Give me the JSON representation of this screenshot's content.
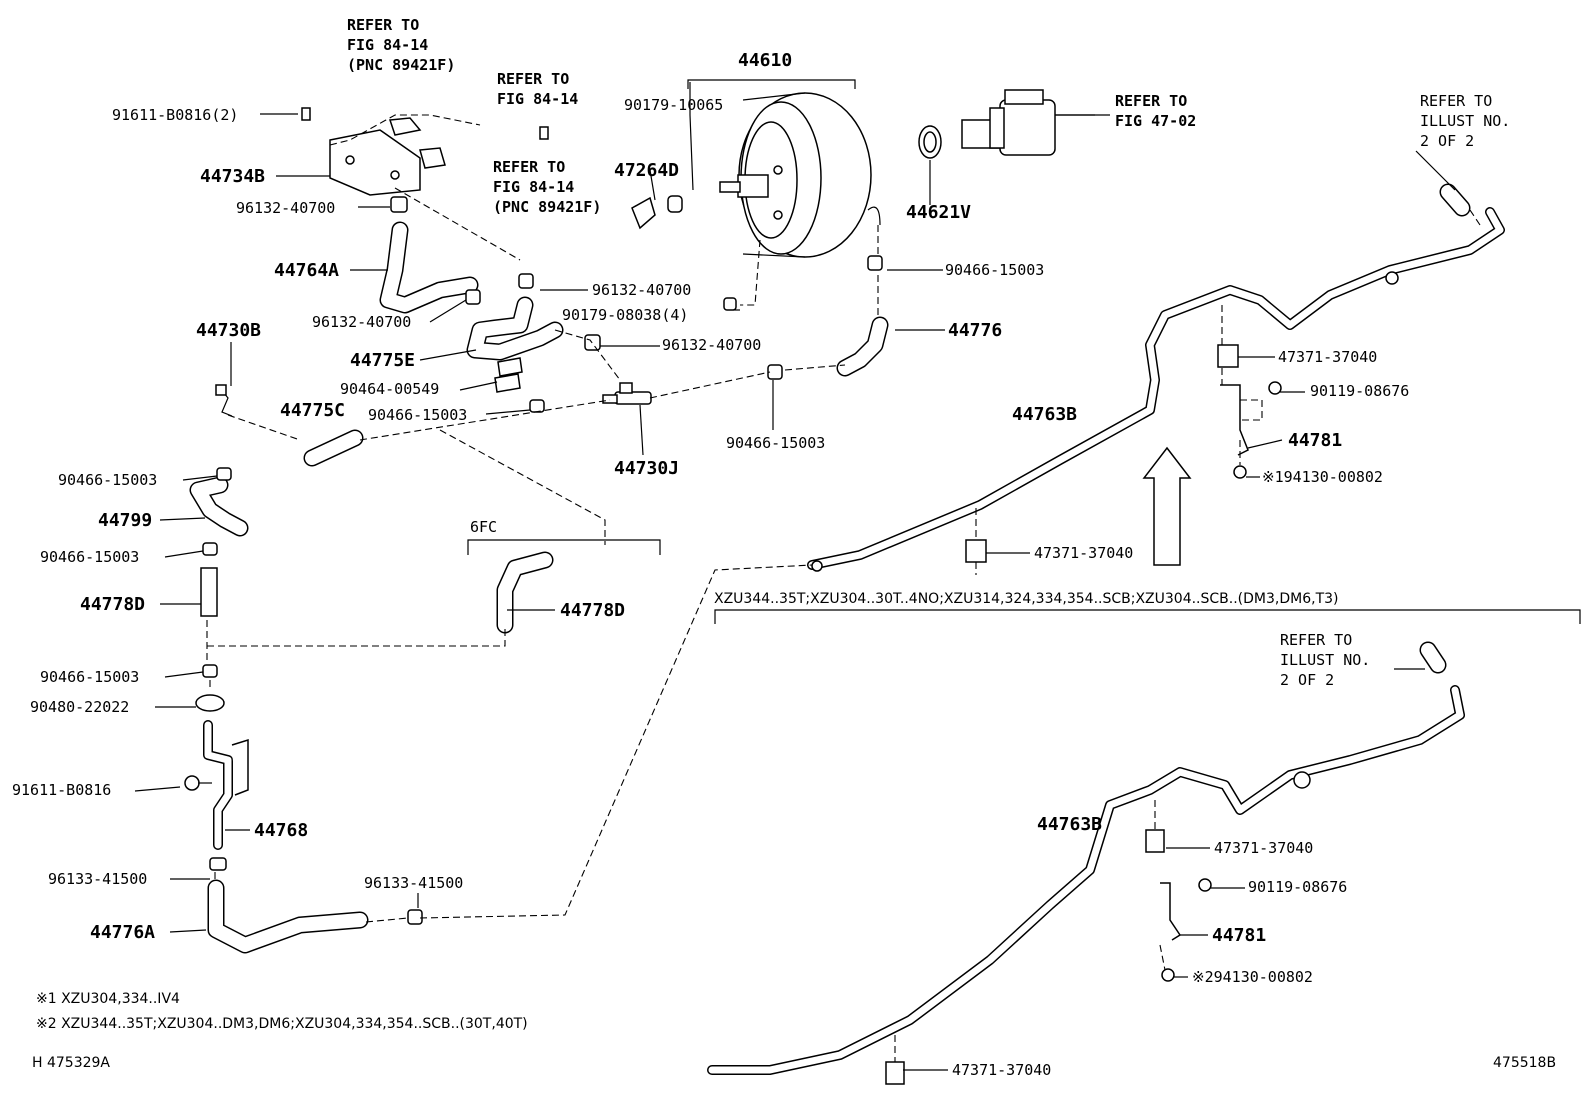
{
  "refs": {
    "fig84_14_pnc_top": [
      "REFER TO",
      "FIG 84-14",
      "(PNC 89421F)"
    ],
    "fig84_14_mid": [
      "REFER TO",
      "FIG 84-14"
    ],
    "fig84_14_pnc_low": [
      "REFER TO",
      "FIG 84-14",
      "(PNC 89421F)"
    ],
    "fig47_02": [
      "REFER TO",
      "FIG 47-02"
    ],
    "illust_top": [
      "REFER TO",
      "ILLUST NO.",
      "2 OF 2"
    ],
    "illust_bottom": [
      "REFER TO",
      "ILLUST NO.",
      "2 OF 2"
    ]
  },
  "parts": {
    "p44610": "44610",
    "p90179_10065": "90179-10065",
    "p47264D": "47264D",
    "p44621V": "44621V",
    "p90466_15003_a": "90466-15003",
    "p44776": "44776",
    "p96132_40700_a": "96132-40700",
    "p90179_08038": "90179-08038(4)",
    "p96132_40700_b": "96132-40700",
    "p91611_B0816_2": "91611-B0816(2)",
    "p44734B": "44734B",
    "p96132_40700_c": "96132-40700",
    "p44764A": "44764A",
    "p96132_40700_d": "96132-40700",
    "p44730B": "44730B",
    "p44775E": "44775E",
    "p90464_00549": "90464-00549",
    "p90466_15003_b": "90466-15003",
    "p44775C": "44775C",
    "p44730J": "44730J",
    "p90466_15003_c": "90466-15003",
    "p90466_15003_d": "90466-15003",
    "p44799": "44799",
    "p90466_15003_e": "90466-15003",
    "p44778D_a": "44778D",
    "p6FC": "6FC",
    "p44778D_b": "44778D",
    "p90466_15003_f": "90466-15003",
    "p90480_22022": "90480-22022",
    "p91611_B0816": "91611-B0816",
    "p44768": "44768",
    "p96133_41500_a": "96133-41500",
    "p96133_41500_b": "96133-41500",
    "p44776A": "44776A",
    "p47371_37040_a": "47371-37040",
    "p90119_08676_a": "90119-08676",
    "p44763B_a": "44763B",
    "p44781_a": "44781",
    "p194130": "※194130-00802",
    "p47371_37040_b": "47371-37040",
    "p47371_37040_c": "47371-37040",
    "p90119_08676_b": "90119-08676",
    "p44763B_b": "44763B",
    "p44781_b": "44781",
    "p294130": "※294130-00802",
    "p47371_37040_d": "47371-37040"
  },
  "variant_header": "XZU344..35T;XZU304..30T..4NO;XZU314,324,334,354..SCB;XZU304..SCB..(DM3,DM6,T3)",
  "notes": [
    "※1 XZU304,334..IV4",
    "※2 XZU344..35T;XZU304..DM3,DM6;XZU304,334,354..SCB..(30T,40T)"
  ],
  "illustration_ids": {
    "left": "H 475329A",
    "right": "475518B"
  }
}
